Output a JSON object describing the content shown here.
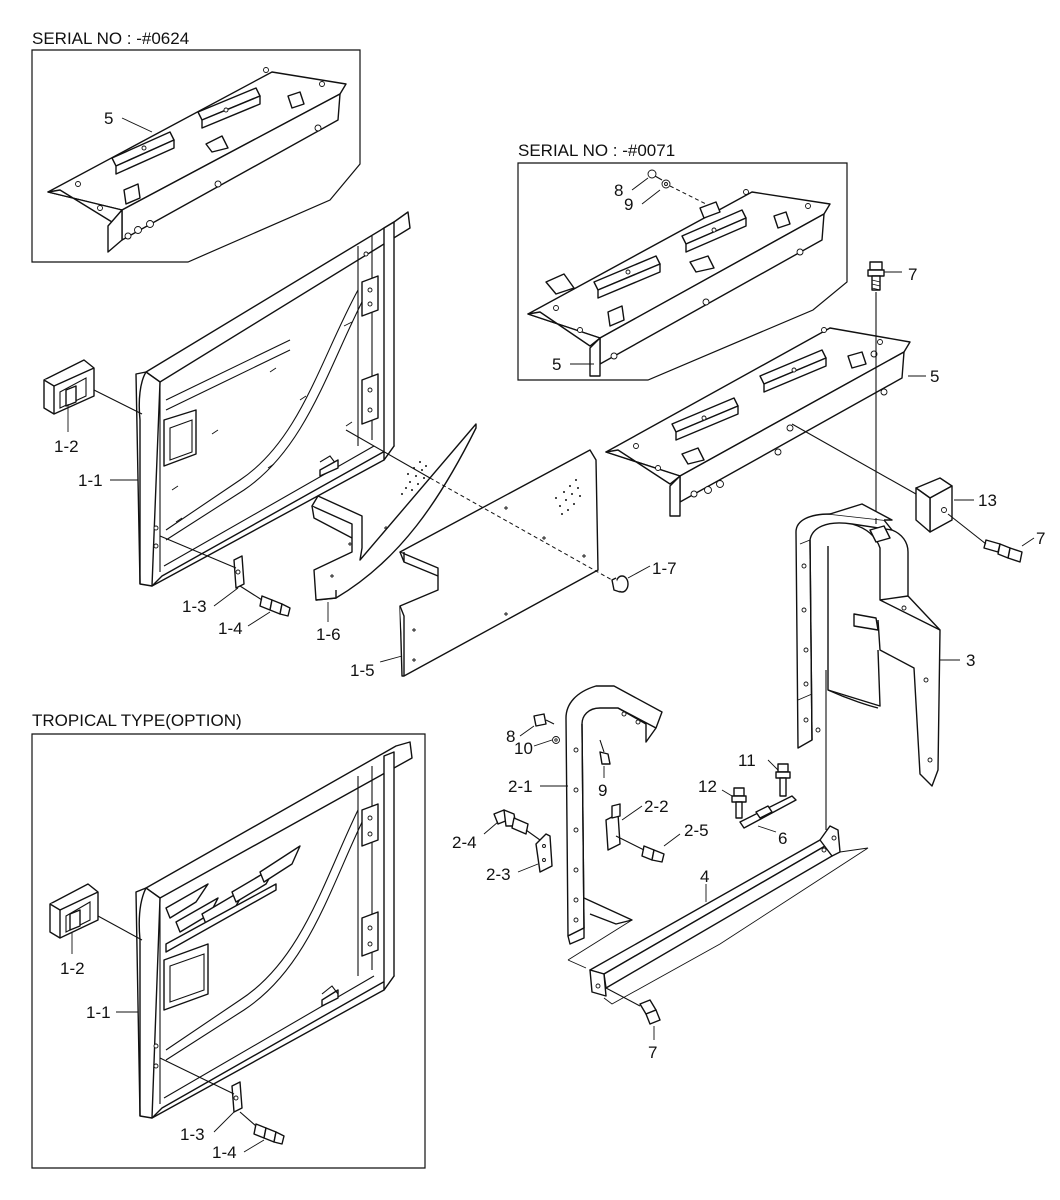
{
  "sections": {
    "serial_0624": "SERIAL NO : -#0624",
    "serial_0071": "SERIAL NO : -#0071",
    "tropical": "TROPICAL TYPE(OPTION)"
  },
  "callouts": {
    "p5_a": "5",
    "p8_a": "8",
    "p9_a": "9",
    "p5_b": "5",
    "p7_a": "7",
    "p5_c": "5",
    "p13": "13",
    "p7_b": "7",
    "p1_2_a": "1-2",
    "p1_1_a": "1-1",
    "p1_3_a": "1-3",
    "p1_4_a": "1-4",
    "p1_6": "1-6",
    "p1_5": "1-5",
    "p1_7": "1-7",
    "p3": "3",
    "p8_b": "8",
    "p10": "10",
    "p2_1": "2-1",
    "p9_b": "9",
    "p2_2": "2-2",
    "p2_4": "2-4",
    "p2_5": "2-5",
    "p2_3": "2-3",
    "p11": "11",
    "p12": "12",
    "p6": "6",
    "p4": "4",
    "p7_c": "7",
    "p1_2_b": "1-2",
    "p1_1_b": "1-1",
    "p1_3_b": "1-3",
    "p1_4_b": "1-4"
  }
}
